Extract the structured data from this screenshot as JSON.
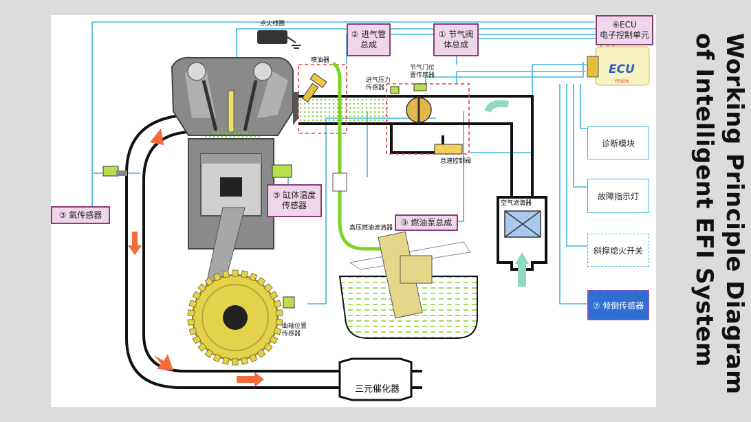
{
  "title": {
    "line1": "Working Principle Diagram",
    "line2": "of Intelligent EFI System"
  },
  "labels": {
    "ignition_coil": "点火线圈",
    "intake_manifold": [
      "② 进气管",
      "总成"
    ],
    "throttle_body": [
      "① 节气阀",
      "体总成"
    ],
    "ecu": [
      "⑥ECU",
      "电子控制单元"
    ],
    "ecu_logo": "ECU",
    "ecu_brand": "YESON",
    "injector": "喷油器",
    "map_sensor": [
      "进气压力",
      "传感器"
    ],
    "tps_sensor": [
      "节气门位",
      "置传感器"
    ],
    "idle_valve": "怠速控制阀",
    "high_pressure_filter": "高压燃油滤清器",
    "air_filter": "空气滤清器",
    "fuel_pump": "③ 燃油泵总成",
    "o2_sensor": "③ 氧传感器",
    "cylinder_temp": [
      "⑤ 缸体温度",
      "传感器"
    ],
    "crank_sensor": [
      "曲轴位置",
      "传感器"
    ],
    "catalyst": "三元催化器",
    "diagnostic": "诊断模块",
    "fault_lamp": "故障指示灯",
    "tilt_switch": "斜撑熄火开关",
    "tilt_sensor": "⑦ 倾倒传感器"
  },
  "colors": {
    "wire": "#3fb6e0",
    "pipe": "#111111",
    "arrow": "#f26b3a",
    "air_arrow": "#8fd9c0",
    "fuel_line": "#7dd321",
    "mixture": "#c9f0a6",
    "label_fill": "#efd7ea",
    "label_border": "#8c3a78",
    "gear": "#e4d24a"
  }
}
